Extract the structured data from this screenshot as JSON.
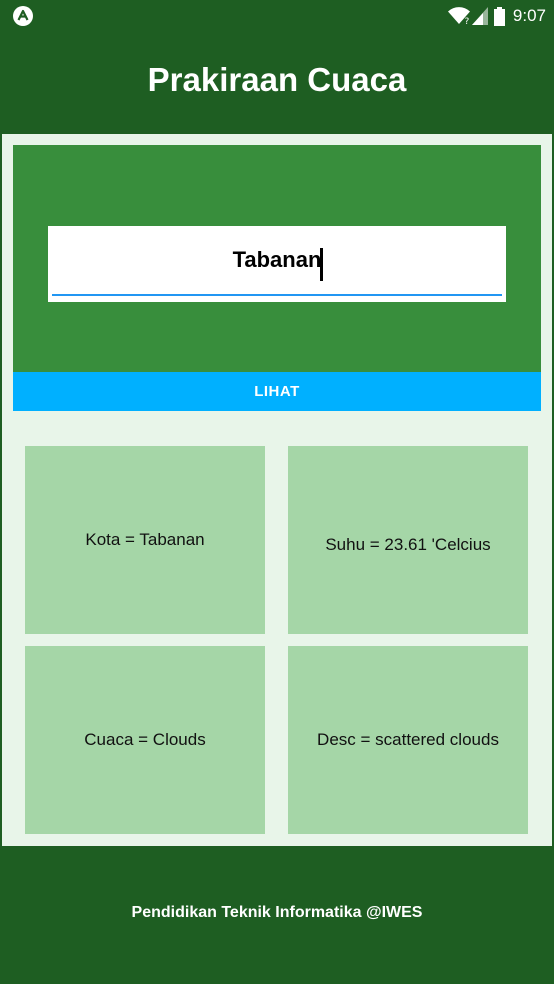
{
  "status_bar": {
    "time": "9:07",
    "icons": [
      "app-icon",
      "wifi-icon",
      "signal-icon",
      "battery-icon"
    ]
  },
  "header": {
    "title": "Prakiraan Cuaca"
  },
  "search": {
    "city_value": "Tabanan",
    "button_label": "LIHAT"
  },
  "results": {
    "kota": "Kota = Tabanan",
    "suhu": "Suhu = 23.61 'Celcius",
    "cuaca": "Cuaca = Clouds",
    "desc": "Desc = scattered clouds"
  },
  "footer": {
    "text": "Pendidikan Teknik Informatika @IWES"
  },
  "colors": {
    "primary_dark": "#1e5e22",
    "panel_green": "#388e3c",
    "card_green": "#a5d6a7",
    "content_bg": "#e8f5e9",
    "button_blue": "#00b0ff",
    "input_underline": "#2196f3"
  }
}
